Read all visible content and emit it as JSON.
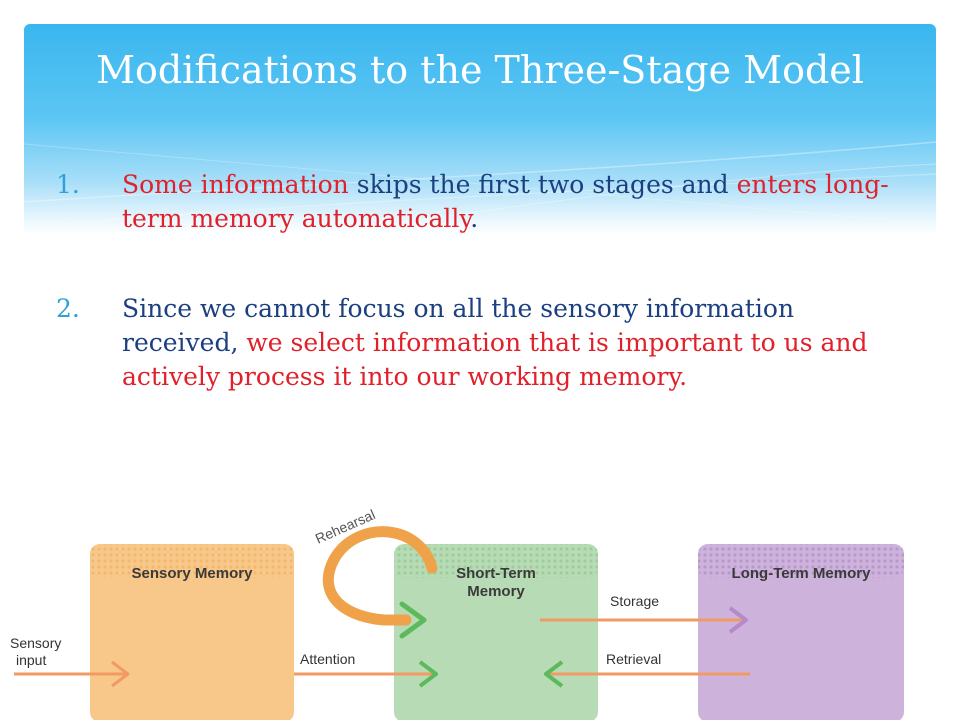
{
  "slide": {
    "title": "Modifications to the Three-Stage Model",
    "points": [
      {
        "number": "1.",
        "segments": [
          {
            "text": "Some information",
            "highlight": true
          },
          {
            "text": " skips the first two stages and ",
            "highlight": false
          },
          {
            "text": "enters long-term memory automatically",
            "highlight": true
          },
          {
            "text": ".",
            "highlight": false
          }
        ]
      },
      {
        "number": "2.",
        "segments": [
          {
            "text": "Since we cannot focus on all the sensory information received, ",
            "highlight": false
          },
          {
            "text": "we select information that is important to us and actively process it into our working memory.",
            "highlight": true
          }
        ]
      }
    ]
  },
  "diagram": {
    "boxes": {
      "sensory": "Sensory Memory",
      "short_term_line1": "Short-Term",
      "short_term_line2": "Memory",
      "long_term": "Long-Term Memory"
    },
    "labels": {
      "rehearsal": "Rehearsal",
      "sensory_input_line1": "Sensory",
      "sensory_input_line2": "input",
      "attention": "Attention",
      "storage": "Storage",
      "retrieval": "Retrieval"
    },
    "colors": {
      "sensory": "#f8c88a",
      "short_term": "#b7dbb5",
      "long_term": "#cdb3db",
      "arrow": "#f29a63",
      "rehearsal_arrow": "#f0a24a",
      "highlight_text": "#e0202a",
      "body_text": "#1b3f80"
    }
  }
}
